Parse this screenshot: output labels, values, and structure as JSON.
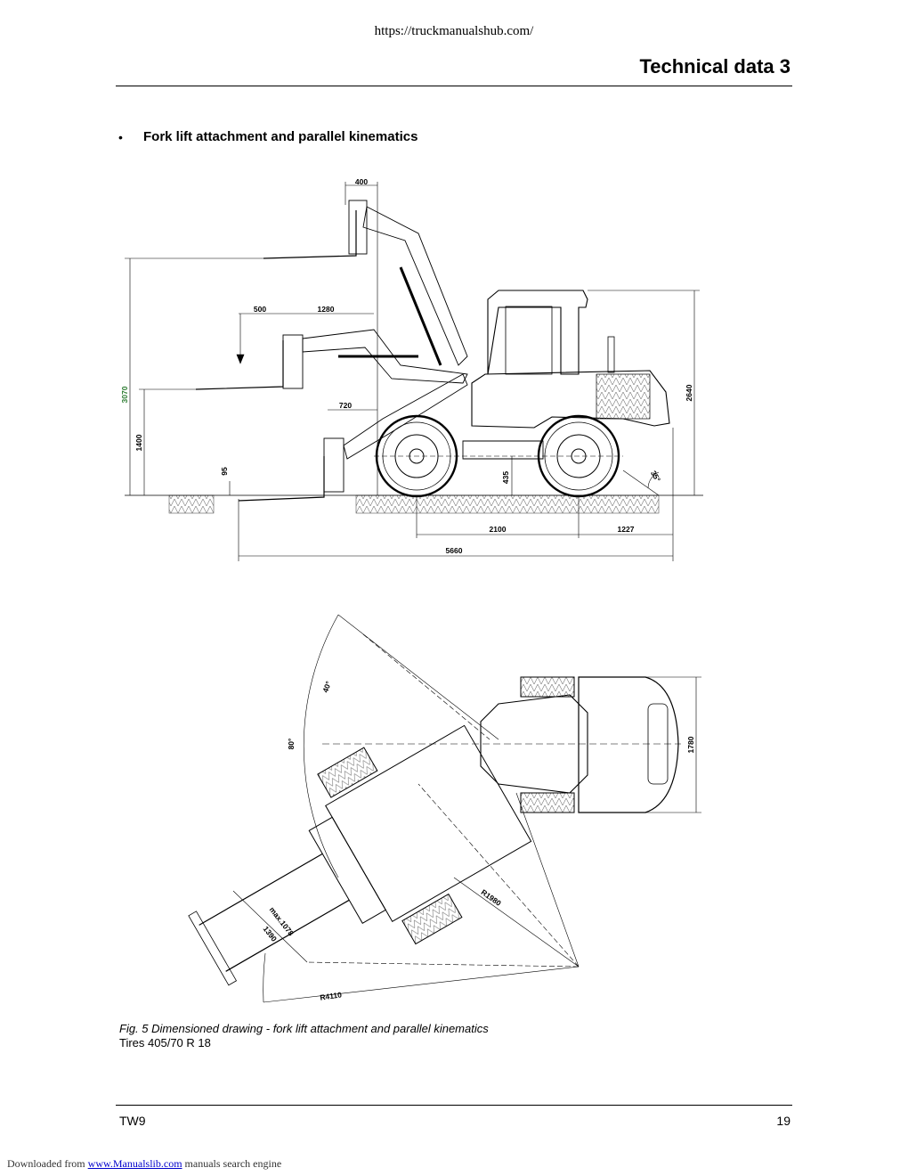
{
  "header": {
    "url": "https://truckmanualshub.com/",
    "section_title": "Technical data 3"
  },
  "section": {
    "bullet": "•",
    "heading": "Fork lift attachment and parallel kinematics"
  },
  "side_view_dimensions": {
    "d400": "400",
    "d500": "500",
    "d1280": "1280",
    "d720": "720",
    "d3070": "3070",
    "d1400": "1400",
    "d95": "95",
    "d435": "435",
    "d2640": "2640",
    "d2100": "2100",
    "d1227": "1227",
    "d5660": "5660",
    "angle35": "35°"
  },
  "top_view_dimensions": {
    "angle40": "40°",
    "angle80": "80°",
    "d1780": "1780",
    "r1980": "R1980",
    "max1078": "max.1078",
    "d1390": "1390",
    "r4110": "R4110"
  },
  "caption": {
    "figure": "Fig. 5 Dimensioned drawing - fork lift attachment and parallel kinematics",
    "tires": "Tires 405/70 R 18"
  },
  "footer": {
    "model": "TW9",
    "page": "19",
    "download_prefix": "Downloaded from ",
    "download_link": "www.Manualslib.com",
    "download_suffix": " manuals search engine"
  },
  "colors": {
    "highlight_dimension": "#2e7d32"
  }
}
